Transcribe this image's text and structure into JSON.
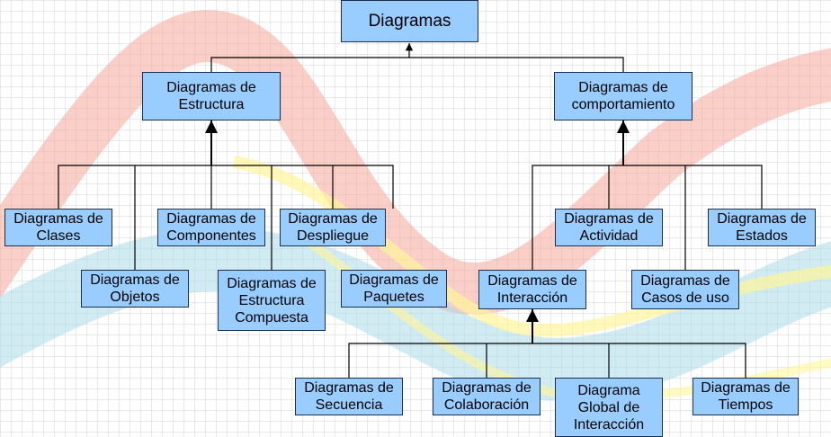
{
  "diagram": {
    "root": "Diagramas",
    "estructura": {
      "title": "Diagramas de\nEstructura",
      "clases": "Diagramas de\nClases",
      "objetos": "Diagramas de\nObjetos",
      "componentes": "Diagramas de\nComponentes",
      "compuesta": "Diagramas de\nEstructura\nCompuesta",
      "despliegue": "Diagramas de\nDespliegue",
      "paquetes": "Diagramas de\nPaquetes"
    },
    "comportamiento": {
      "title": "Diagramas de\ncomportamiento",
      "interaccion": "Diagramas de\nInteracción",
      "actividad": "Diagramas de\nActividad",
      "casos": "Diagramas de\nCasos de uso",
      "estados": "Diagramas de\nEstados"
    },
    "interaccion": {
      "secuencia": "Diagramas de\nSecuencia",
      "colaboracion": "Diagramas de\nColaboración",
      "global": "Diagrama\nGlobal de\nInteracción",
      "tiempos": "Diagramas de\nTiempos"
    },
    "colors": {
      "node_fill": "#99ccff",
      "node_border": "#1f2f4a",
      "edge": "#000000"
    }
  }
}
